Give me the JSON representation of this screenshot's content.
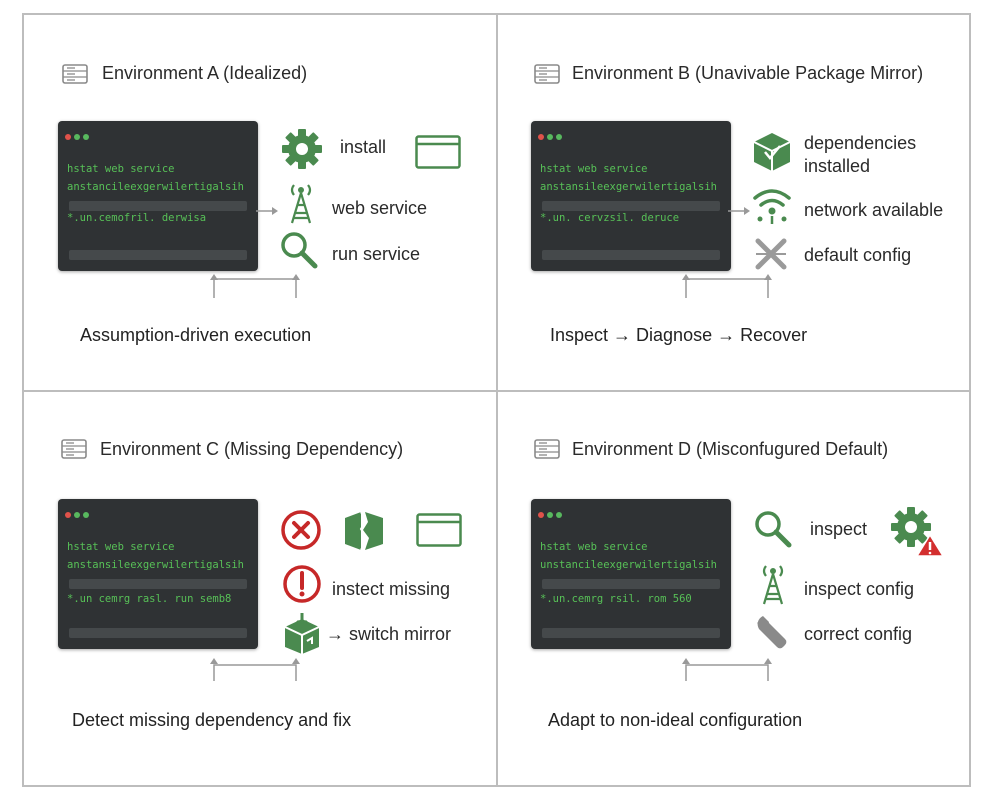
{
  "panels": {
    "a": {
      "title": "Environment A (Idealized)",
      "terminal": [
        "hstat web service",
        "anstancileexgerwilertigalsih",
        "*.un.cemofril. derwisa"
      ],
      "labels": [
        "install",
        "web service",
        "run service"
      ],
      "caption": "Assumption-driven execution"
    },
    "b": {
      "title": "Environment B (Unavivable Package Mirror)",
      "terminal": [
        "hstat web service",
        "anstansileexgerwilertigalsih",
        "*.un. cervzsil. deruce"
      ],
      "labels": [
        "dependencies",
        "installed",
        "network available",
        "default config"
      ],
      "caption": "Inspect → Diagnose → Recover"
    },
    "c": {
      "title": "Environment C (Missing Dependency)",
      "terminal": [
        "hstat web service",
        "anstansileexgerwilertigalsih",
        "*.un cemrg rasl. run semb8"
      ],
      "labels": [
        "instect missing",
        "→ switch mirror"
      ],
      "caption": "Detect missing dependency and fix"
    },
    "d": {
      "title": "Environment D (Misconfugured Default)",
      "terminal": [
        "hstat web service",
        "unstancileexgerwilertigalsih",
        "*.un.cemrg rsil. rom 560"
      ],
      "labels": [
        "inspect",
        "inspect config",
        "correct config"
      ],
      "caption": "Adapt to non-ideal configuration"
    }
  },
  "colors": {
    "green": "#4a8a4f",
    "red": "#c62828",
    "terminal_bg": "#2f3234",
    "terminal_text": "#57c057",
    "border": "#bdbdbd"
  },
  "icons": [
    "server-icon",
    "gear-icon",
    "window-icon",
    "antenna-icon",
    "magnifier-icon",
    "cube-icon",
    "wifi-icon",
    "cross-icon",
    "error-circle-icon",
    "broken-box-icon",
    "warning-circle-icon",
    "package-down-icon",
    "gear-warning-icon",
    "wrench-icon"
  ]
}
